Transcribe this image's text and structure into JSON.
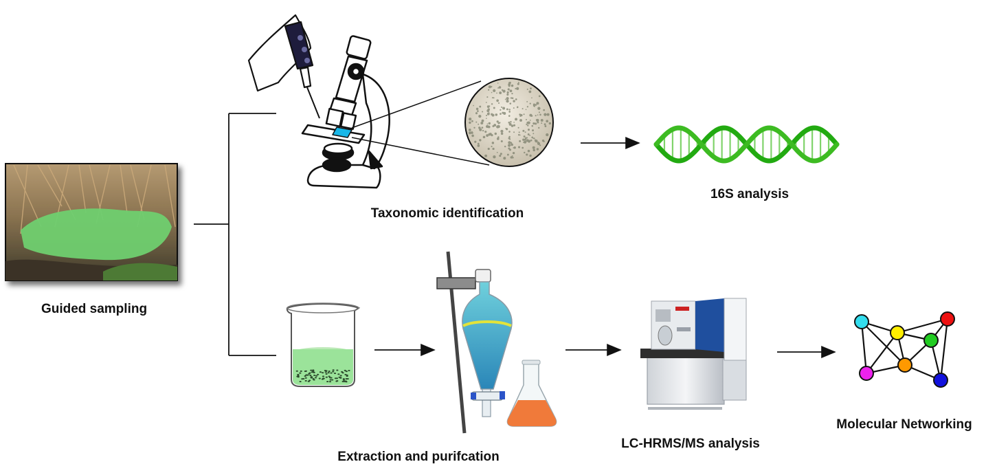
{
  "labels": {
    "guided_sampling": "Guided sampling",
    "taxonomic_identification": "Taxonomic identification",
    "analysis_16s": "16S analysis",
    "extraction": "Extraction and purifcation",
    "lc_hrms": "LC-HRMS/MS analysis",
    "molecular_networking": "Molecular Networking"
  },
  "network_node_colors": [
    "#33ddee",
    "#ffee00",
    "#22cc22",
    "#ee1111",
    "#ee22ee",
    "#ff9900",
    "#1111dd"
  ],
  "colors": {
    "dna": "#22aa11",
    "algae": "#6fcf6f",
    "solution_blue": "#3aa5c0",
    "solution_orange": "#f07a3a"
  }
}
